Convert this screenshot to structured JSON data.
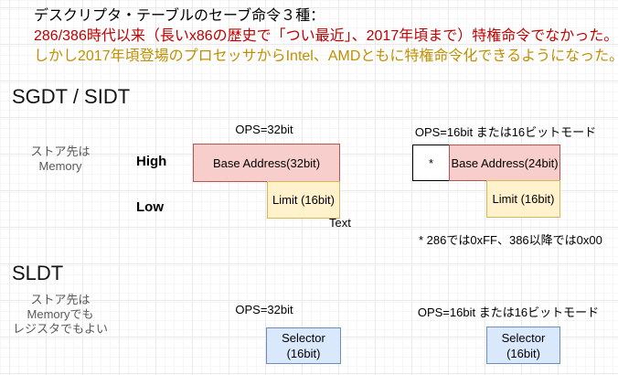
{
  "intro": {
    "line1": "デスクリプタ・テーブルのセーブ命令３種：",
    "line2": "286/386時代以来（長いx86の歴史で「つい最近」、2017年頃まで）特権命令でなかった。",
    "line3": "しかし2017年頃登場のプロセッサからIntel、AMDともに特権命令化できるようになった。"
  },
  "sgdt_sidt": {
    "title": "SGDT / SIDT",
    "store_note": [
      "ストア先は",
      "Memory"
    ],
    "row_labels": {
      "high": "High",
      "low": "Low"
    },
    "ops32": {
      "label": "OPS=32bit",
      "base": "Base Address(32bit)",
      "limit": "Limit (16bit)",
      "text_label": "Text"
    },
    "ops16": {
      "label": "OPS=16bit または16ビットモード",
      "star": "*",
      "base": "Base Address(24bit)",
      "limit": "Limit (16bit)",
      "footnote": "* 286では0xFF、386以降では0x00"
    }
  },
  "sldt": {
    "title": "SLDT",
    "store_note": [
      "ストア先は",
      "Memoryでも",
      "レジスタでもよい"
    ],
    "ops32": {
      "label": "OPS=32bit",
      "selector_line1": "Selector",
      "selector_line2": "(16bit)"
    },
    "ops16": {
      "label": "OPS=16bit または16ビットモード",
      "selector_line1": "Selector",
      "selector_line2": "(16bit)"
    }
  },
  "palette": {
    "intro_line1": "#000000",
    "intro_line2": "#c00000",
    "intro_line3": "#bf9000",
    "note_gray": "#595959",
    "box_pink_fill": "#f8cecc",
    "box_pink_border": "#b85450",
    "box_yellow_fill": "#fff2cc",
    "box_yellow_border": "#d6b656",
    "box_blue_fill": "#dae8fc",
    "box_blue_border": "#6c8ebf",
    "grid_major": "#e9e9e9",
    "grid_minor": "#f6f6f6"
  }
}
